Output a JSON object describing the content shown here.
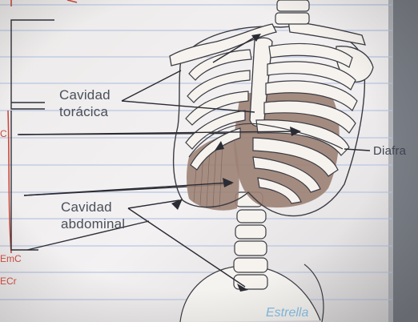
{
  "labels": {
    "thoracic_cavity": [
      "Cavidad",
      "torácica"
    ],
    "abdominal_cavity": [
      "Cavidad",
      "abdominal"
    ],
    "diaphragm": "Diafra"
  },
  "margin_marks": [
    "C",
    "EmC",
    "ECr"
  ],
  "watermark": "Estrella",
  "colors": {
    "paper": "#f2f0f1",
    "ruled_lines": "#b9c7e2",
    "bone": "#f6f3ef",
    "bone_outline": "#3b3b42",
    "cavity_fill": "#9d8276",
    "red_pen": "#c84a3c",
    "text": "#4a4f5a"
  }
}
